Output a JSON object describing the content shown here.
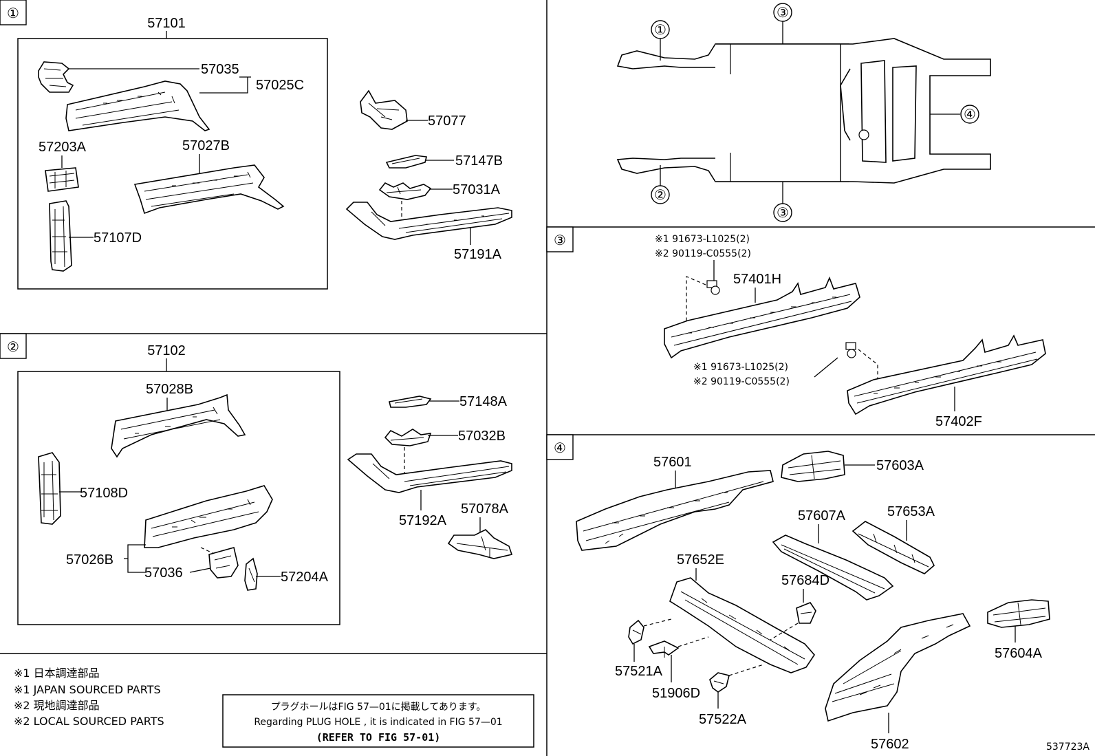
{
  "sections": {
    "s1": "①",
    "s2": "②",
    "s3": "③",
    "s4": "④"
  },
  "overview": {
    "c1": "①",
    "c2": "②",
    "c3a": "③",
    "c3b": "③",
    "c4": "④"
  },
  "parts": {
    "p57101": "57101",
    "p57035": "57035",
    "p57025C": "57025C",
    "p57203A": "57203A",
    "p57027B": "57027B",
    "p57107D": "57107D",
    "p57077": "57077",
    "p57147B": "57147B",
    "p57031A": "57031A",
    "p57191A": "57191A",
    "p57102": "57102",
    "p57028B": "57028B",
    "p57108D": "57108D",
    "p57026B": "57026B",
    "p57036": "57036",
    "p57204A": "57204A",
    "p57148A": "57148A",
    "p57032B": "57032B",
    "p57192A": "57192A",
    "p57078A": "57078A",
    "p57401H": "57401H",
    "p57402F": "57402F",
    "p57601": "57601",
    "p57603A": "57603A",
    "p57607A": "57607A",
    "p57653A": "57653A",
    "p57652E": "57652E",
    "p57684D": "57684D",
    "p57521A": "57521A",
    "p51906D": "51906D",
    "p57522A": "57522A",
    "p57602": "57602",
    "p57604A": "57604A"
  },
  "fasteners": {
    "f1a": "※1 91673-L1025(2)",
    "f1b": "※2 90119-C0555(2)",
    "f2a": "※1 91673-L1025(2)",
    "f2b": "※2 90119-C0555(2)"
  },
  "legend": {
    "l1": "※1 日本調達部品",
    "l2": "※1 JAPAN SOURCED PARTS",
    "l3": "※2 現地調達部品",
    "l4": "※2 LOCAL SOURCED PARTS"
  },
  "notice": {
    "line1": "プラグホールはFIG 57—01に掲載してあります。",
    "line2": "Regarding  PLUG  HOLE , it is indicated in FIG  57—01",
    "line3": "(REFER TO FIG 57-01)"
  },
  "figure_id": "537723A"
}
